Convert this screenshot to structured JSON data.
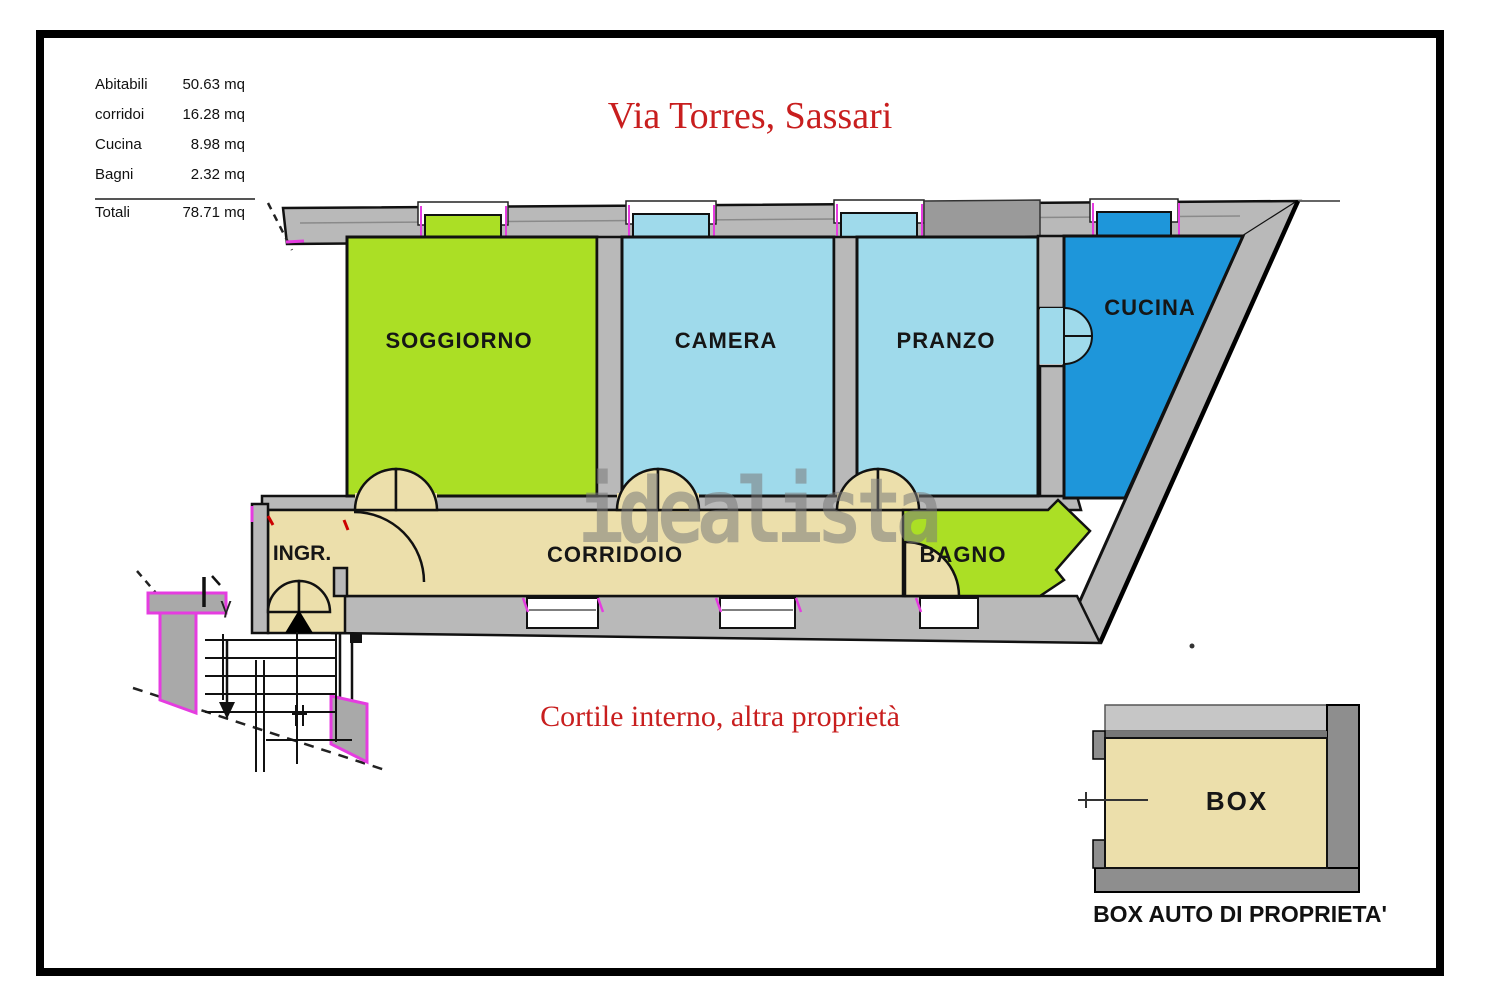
{
  "title": "Via Torres, Sassari",
  "captions": {
    "courtyard": "Cortile interno, altra proprietà",
    "garage": "BOX AUTO DI PROPRIETA'"
  },
  "watermark": "idealista",
  "area_table": {
    "rows": [
      {
        "label": "Abitabili",
        "value": "50.63 mq"
      },
      {
        "label": "corridoi",
        "value": "16.28 mq"
      },
      {
        "label": "Cucina",
        "value": "8.98 mq"
      },
      {
        "label": "Bagni",
        "value": "2.32 mq"
      }
    ],
    "total": {
      "label": "Totali",
      "value": "78.71 mq"
    }
  },
  "rooms": {
    "soggiorno": "SOGGIORNO",
    "camera": "CAMERA",
    "pranzo": "PRANZO",
    "cucina": "CUCINA",
    "ingresso": "INGR.",
    "corridoio": "CORRIDOIO",
    "bagno": "BAGNO",
    "box": "BOX"
  },
  "annotations": {
    "gamma": "γ"
  },
  "colors": {
    "green": "#abdf25",
    "light_blue": "#9fdaeb",
    "blue": "#1e96da",
    "beige": "#ecdfab",
    "wall_gray": "#b9b9b9",
    "dark_gray": "#9a9a9a",
    "magenta": "#e53ce0",
    "accent_red": "#c81e1e"
  }
}
